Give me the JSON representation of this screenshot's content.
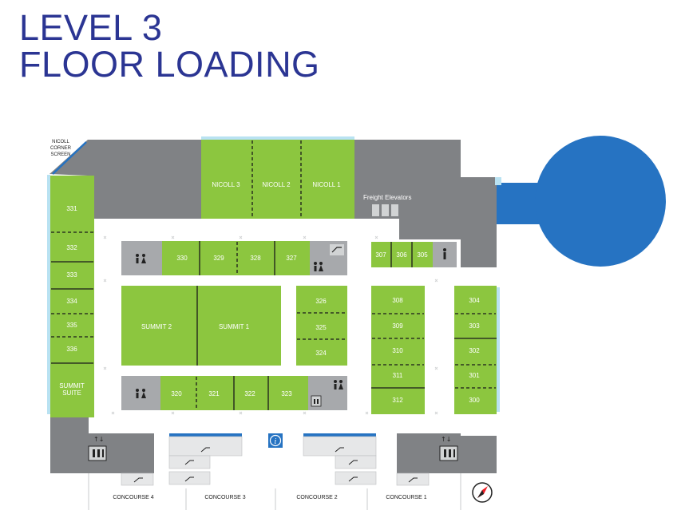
{
  "title": {
    "line1": "LEVEL 3",
    "line2": "FLOOR LOADING"
  },
  "labels": {
    "nicoll_corner": [
      "NICOLL",
      "CORNER",
      "SCREEN"
    ],
    "freight": "Freight Elevators",
    "summit_suite": [
      "SUMMIT",
      "SUITE"
    ]
  },
  "rooms": {
    "nicoll3": "NICOLL 3",
    "nicoll2": "NICOLL 2",
    "nicoll1": "NICOLL 1",
    "summit2": "SUMMIT 2",
    "summit1": "SUMMIT 1",
    "r331": "331",
    "r332": "332",
    "r333": "333",
    "r334": "334",
    "r335": "335",
    "r336": "336",
    "r330": "330",
    "r329": "329",
    "r328": "328",
    "r327": "327",
    "r326": "326",
    "r325": "325",
    "r324": "324",
    "r320": "320",
    "r321": "321",
    "r322": "322",
    "r323": "323",
    "r307": "307",
    "r306": "306",
    "r305": "305",
    "r308": "308",
    "r309": "309",
    "r310": "310",
    "r311": "311",
    "r312": "312",
    "r304": "304",
    "r303": "303",
    "r302": "302",
    "r301": "301",
    "r300": "300"
  },
  "concourses": {
    "c4": "CONCOURSE 4",
    "c3": "CONCOURSE 3",
    "c2": "CONCOURSE 2",
    "c1": "CONCOURSE 1"
  },
  "colors": {
    "room_green": "#8cc63f",
    "structure_gray": "#808285",
    "ballroom_blue": "#2673c2",
    "title_blue": "#2b3593",
    "accent_lightblue": "#b9e2f2"
  },
  "icons": [
    "restroom-icon",
    "elevator-icon",
    "escalator-icon",
    "info-icon",
    "compass-icon",
    "accessible-elevator-icon"
  ]
}
